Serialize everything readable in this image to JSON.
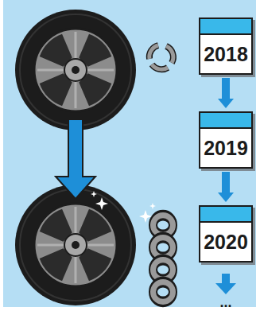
{
  "diagram": {
    "nodes": [
      {
        "text": [
          "2018"
        ]
      },
      {
        "text": [
          "2019"
        ]
      },
      {
        "text": [
          "2020"
        ]
      }
    ],
    "edges": [
      {
        "from": 0,
        "to": 1,
        "arrow": "to"
      },
      {
        "from": 1,
        "to": 2,
        "arrow": "to"
      }
    ],
    "labels": [
      "..."
    ]
  }
}
